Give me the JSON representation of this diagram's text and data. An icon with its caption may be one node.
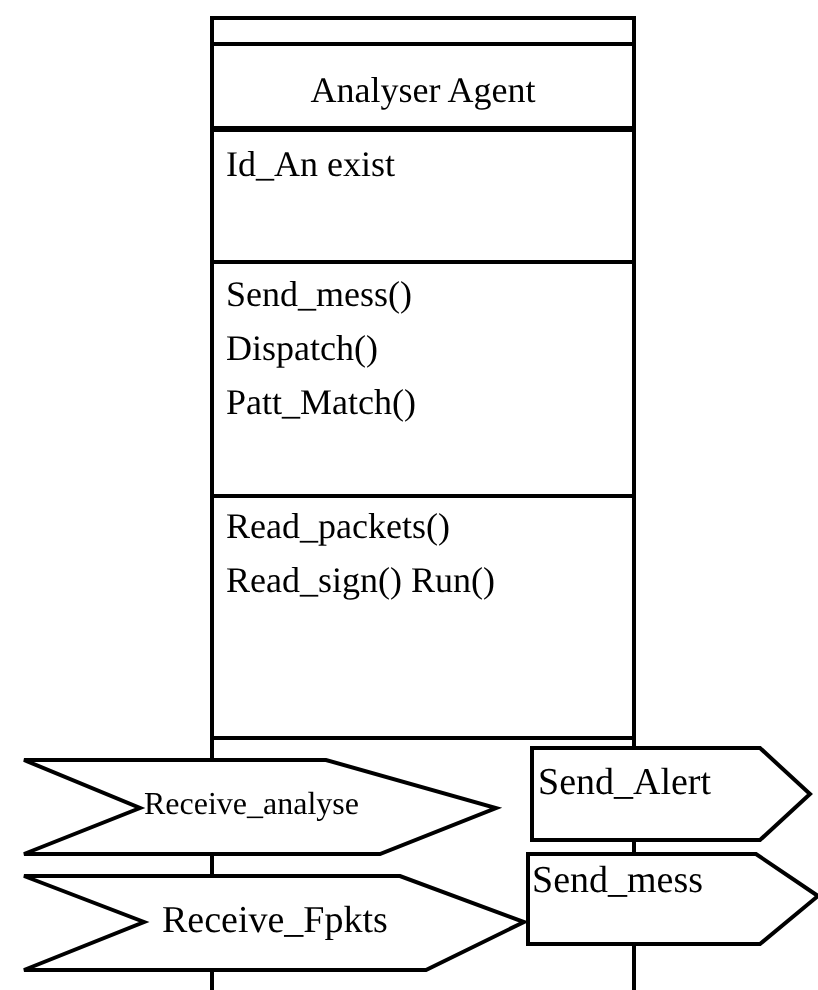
{
  "diagram": {
    "nodes": [
      {
        "text": [
          "Analyser Agent",
          "Id_An exist",
          "Send_mess() Dispatch() Patt_Match()",
          "Read_packets() Read_sign() Run()"
        ]
      },
      {
        "text": [
          "Receive_analyse"
        ]
      },
      {
        "text": [
          "Send_Alert"
        ]
      },
      {
        "text": [
          "Receive_Fpkts"
        ]
      },
      {
        "text": [
          "Send_mess"
        ]
      }
    ],
    "edges": []
  }
}
